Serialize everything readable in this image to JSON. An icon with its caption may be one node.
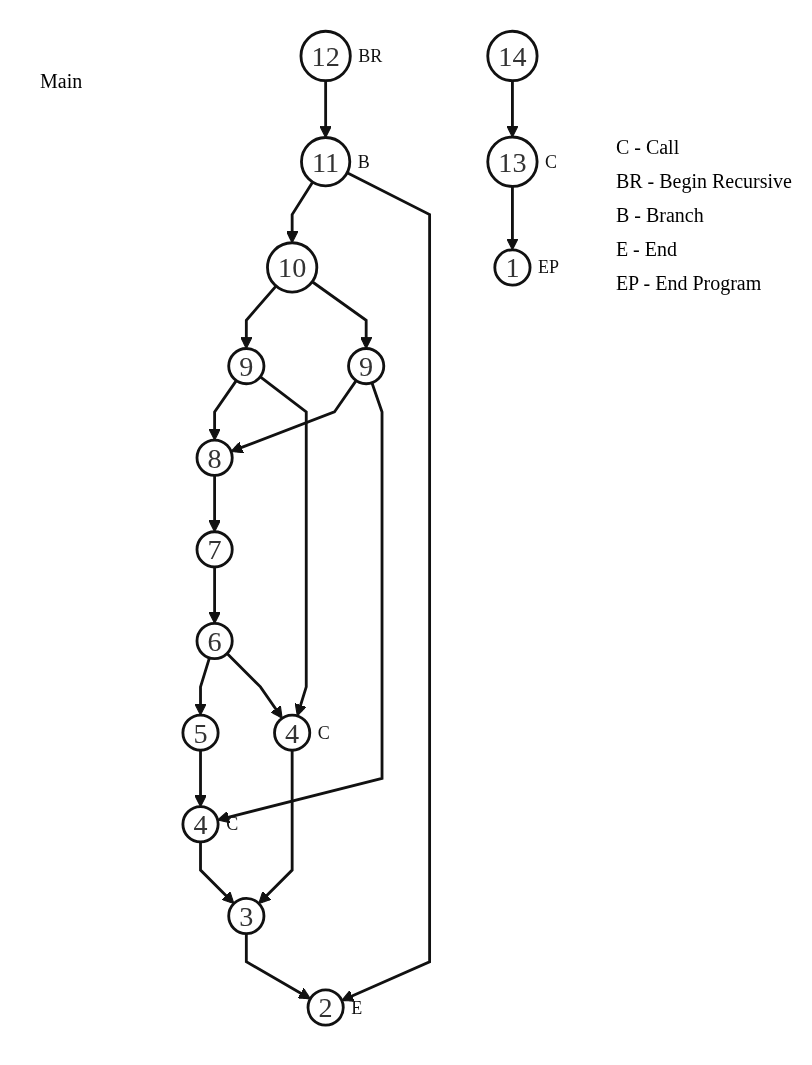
{
  "diagram": {
    "nodes": [
      {
        "text": [
          "12"
        ],
        "beside": [
          "BR"
        ]
      },
      {
        "text": [
          "14"
        ]
      },
      {
        "text": [
          "11"
        ],
        "beside": [
          "B"
        ]
      },
      {
        "text": [
          "13"
        ],
        "beside": [
          "C"
        ]
      },
      {
        "text": [
          "10"
        ]
      },
      {
        "text": [
          "1"
        ],
        "beside": [
          "EP"
        ]
      },
      {
        "text": [
          "9"
        ]
      },
      {
        "text": [
          "9"
        ]
      },
      {
        "text": [
          "8"
        ]
      },
      {
        "text": [
          "7"
        ]
      },
      {
        "text": [
          "6"
        ]
      },
      {
        "text": [
          "5"
        ]
      },
      {
        "text": [
          "4"
        ],
        "beside": [
          "C"
        ]
      },
      {
        "text": [
          "4"
        ],
        "beside": [
          "C"
        ]
      },
      {
        "text": [
          "3"
        ]
      },
      {
        "text": [
          "2"
        ],
        "beside": [
          "E"
        ]
      }
    ],
    "edges": [
      {
        "from": 1,
        "to": 3,
        "arrow": "to"
      },
      {
        "from": 3,
        "to": 5,
        "arrow": "to"
      },
      {
        "from": 0,
        "to": 2,
        "arrow": "to"
      },
      {
        "from": 2,
        "to": 4,
        "arrow": "to"
      },
      {
        "from": 4,
        "to": 6,
        "arrow": "to"
      },
      {
        "from": 4,
        "to": 7,
        "arrow": "to"
      },
      {
        "from": 6,
        "to": 8,
        "arrow": "to"
      },
      {
        "from": 7,
        "to": 8,
        "arrow": "to"
      },
      {
        "from": 8,
        "to": 9,
        "arrow": "to"
      },
      {
        "from": 9,
        "to": 10,
        "arrow": "to"
      },
      {
        "from": 10,
        "to": 11,
        "arrow": "to"
      },
      {
        "from": 10,
        "to": 12,
        "arrow": "to"
      },
      {
        "from": 11,
        "to": 13,
        "arrow": "to"
      },
      {
        "from": 6,
        "to": 12,
        "arrow": "to"
      },
      {
        "from": 7,
        "to": 13,
        "arrow": "to"
      },
      {
        "from": 12,
        "to": 14,
        "arrow": "to"
      },
      {
        "from": 13,
        "to": 14,
        "arrow": "to"
      },
      {
        "from": 14,
        "to": 15,
        "arrow": "to"
      },
      {
        "from": 2,
        "to": 15,
        "arrow": "to"
      }
    ],
    "labels": [
      "Main",
      "C - Call",
      "BR - Begin Recursive",
      "B - Branch",
      "E - End",
      "EP - End Program"
    ]
  }
}
